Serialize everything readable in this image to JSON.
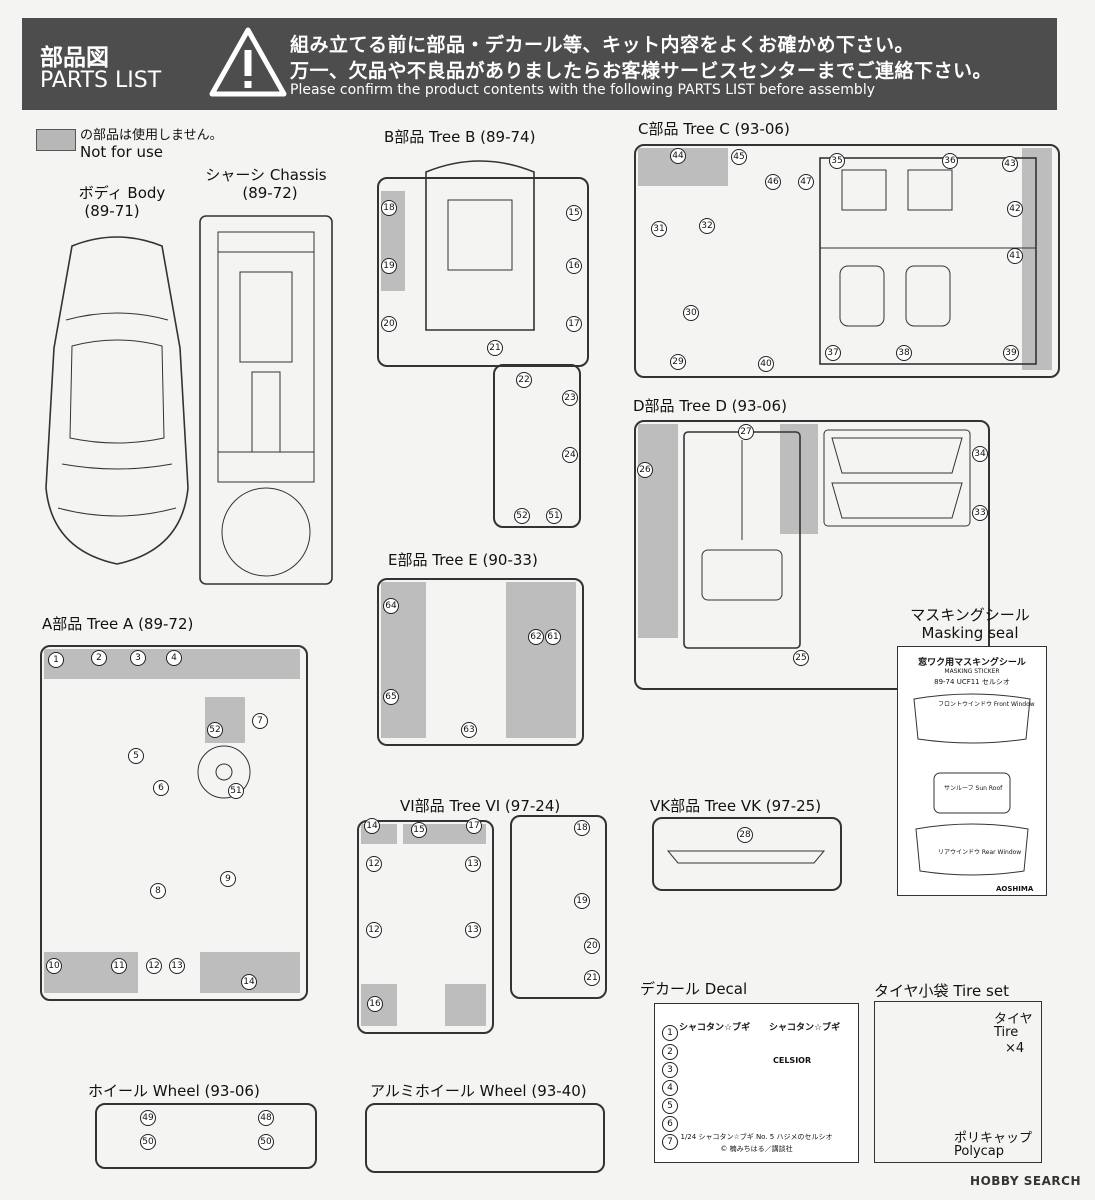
{
  "header": {
    "title_jp": "部品図",
    "title_en": "PARTS LIST",
    "warning_line1": "組み立てる前に部品・デカール等、キット内容をよくお確かめ下さい。",
    "warning_line2": "万一、欠品や不良品がありましたらお客様サービスセンターまでご連絡下さい。",
    "warning_line3": "Please confirm the product contents with the following PARTS LIST before assembly"
  },
  "legend": {
    "jp": "の部品は使用しません。",
    "en": "Not for use"
  },
  "parts": {
    "body": {
      "label": "ボディ Body",
      "code": "(89-71)"
    },
    "chassis": {
      "label": "シャーシ Chassis",
      "code": "(89-72)"
    },
    "tree_b": {
      "label": "B部品 Tree B (89-74)"
    },
    "tree_c": {
      "label": "C部品 Tree C (93-06)"
    },
    "tree_d": {
      "label": "D部品 Tree D (93-06)"
    },
    "tree_e": {
      "label": "E部品 Tree E (90-33)"
    },
    "tree_a": {
      "label": "A部品 Tree A (89-72)"
    },
    "tree_vi": {
      "label": "VI部品 Tree VI (97-24)"
    },
    "tree_vk": {
      "label": "VK部品 Tree VK (97-25)"
    },
    "masking": {
      "label_jp": "マスキングシール",
      "label_en": "Masking seal",
      "sheet_title": "窓ワク用マスキングシール",
      "sheet_sub": "MASKING STICKER",
      "sheet_model": "89-74 UCF11 セルシオ",
      "front": "フロントウインドウ Front Window",
      "sun": "サンルーフ Sun Roof",
      "rear": "リアウインドウ Rear Window",
      "brand": "AOSHIMA"
    },
    "wheel": {
      "label": "ホイール Wheel (93-06)"
    },
    "alu_wheel": {
      "label": "アルミホイール Wheel (93-40)"
    },
    "decal": {
      "label": "デカール Decal",
      "logo1": "シャコタン☆ブギ",
      "logo2": "シャコタン☆ブギ",
      "celsior": "CELSIOR",
      "caption1": "1/24 シャコタン☆ブギ No. 5 ハジメのセルシオ",
      "caption2": "© 楠みちはる／講談社"
    },
    "tire": {
      "label": "タイヤ小袋 Tire set",
      "tire_jp": "タイヤ",
      "tire_en": "Tire",
      "tire_qty": "×4",
      "polycap_jp": "ポリキャップ",
      "polycap_en": "Polycap"
    }
  },
  "numbers": {
    "b": [
      "15",
      "16",
      "17",
      "18",
      "19",
      "20",
      "21",
      "22",
      "23",
      "24",
      "51",
      "52"
    ],
    "c": [
      "29",
      "30",
      "31",
      "32",
      "35",
      "36",
      "37",
      "38",
      "39",
      "40",
      "41",
      "42",
      "43",
      "44",
      "45",
      "46",
      "47"
    ],
    "d": [
      "25",
      "26",
      "27",
      "33",
      "34"
    ],
    "e": [
      "61",
      "62",
      "63",
      "64",
      "65"
    ],
    "a": [
      "1",
      "2",
      "3",
      "4",
      "5",
      "6",
      "7",
      "8",
      "9",
      "10",
      "11",
      "12",
      "13",
      "14",
      "51",
      "52"
    ],
    "vi": [
      "12",
      "13",
      "14",
      "15",
      "16",
      "17",
      "18",
      "19",
      "20",
      "21"
    ],
    "vk": [
      "28"
    ],
    "wheel": [
      "48",
      "49",
      "50",
      "50"
    ],
    "decal": [
      "1",
      "2",
      "3",
      "4",
      "5",
      "6",
      "7"
    ]
  },
  "watermark": "HOBBY SEARCH",
  "colors": {
    "header_bg": "#4d4d4d",
    "unused_grey": "#bdbdbd"
  }
}
